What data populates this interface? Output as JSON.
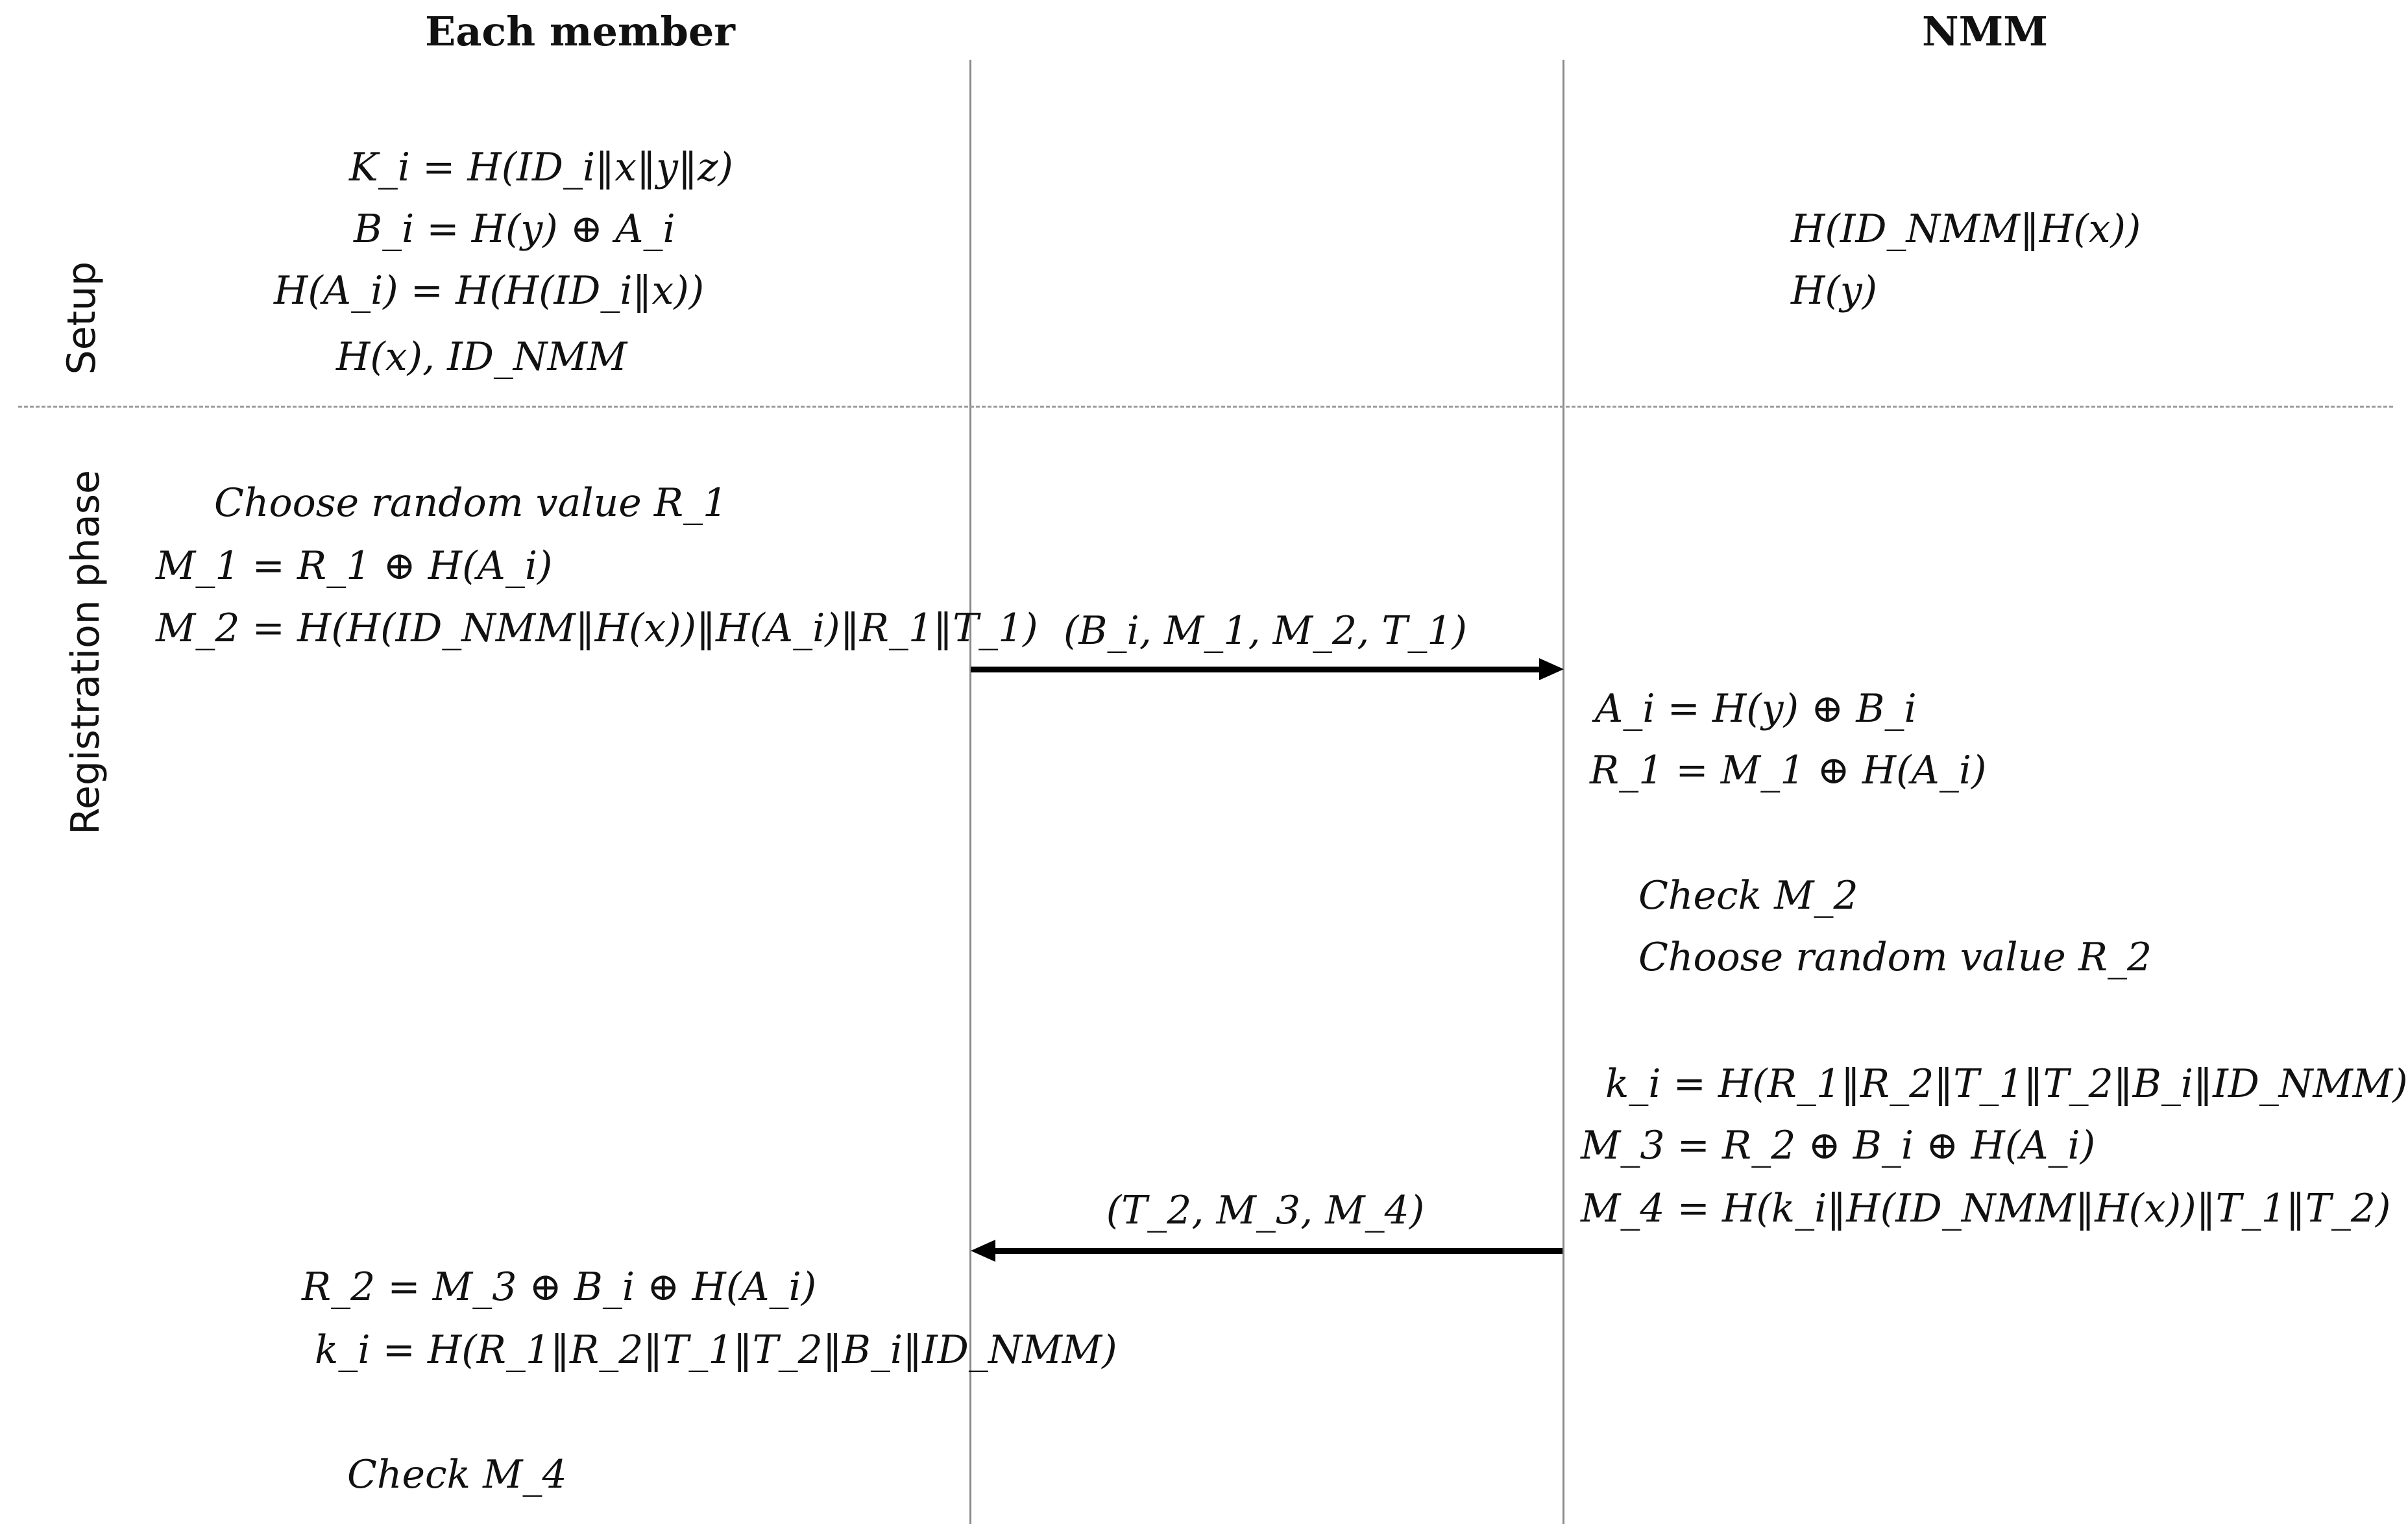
{
  "headers": {
    "left": "Each member",
    "right": "NMM"
  },
  "sections": {
    "setup": "Setup",
    "registration": "Registration phase"
  },
  "setup": {
    "member": [
      "K_i = H(ID_i‖x‖y‖z)",
      "B_i = H(y) ⊕ A_i",
      "H(A_i) = H(H(ID_i‖x))",
      "H(x), ID_NMM"
    ],
    "nmm": [
      "H(ID_NMM‖H(x))",
      "H(y)"
    ]
  },
  "registration": {
    "member_step1": [
      "Choose random value R_1",
      "M_1 = R_1 ⊕ H(A_i)",
      "M_2 = H(H(ID_NMM‖H(x))‖H(A_i)‖R_1‖T_1)"
    ],
    "message1": "(B_i, M_1, M_2, T_1)",
    "nmm_step1": [
      "A_i = H(y) ⊕ B_i",
      "R_1 = M_1 ⊕ H(A_i)"
    ],
    "nmm_step2": [
      "Check M_2",
      "Choose random value R_2"
    ],
    "nmm_step3": [
      "k_i = H(R_1‖R_2‖T_1‖T_2‖B_i‖ID_NMM)",
      "M_3 = R_2 ⊕ B_i ⊕ H(A_i)",
      "M_4 = H(k_i‖H(ID_NMM‖H(x))‖T_1‖T_2)"
    ],
    "message2": "(T_2, M_3, M_4)",
    "member_step2": [
      "R_2 = M_3 ⊕ B_i ⊕ H(A_i)",
      "k_i = H(R_1‖R_2‖T_1‖T_2‖B_i‖ID_NMM)"
    ],
    "member_step3": "Check M_4"
  }
}
